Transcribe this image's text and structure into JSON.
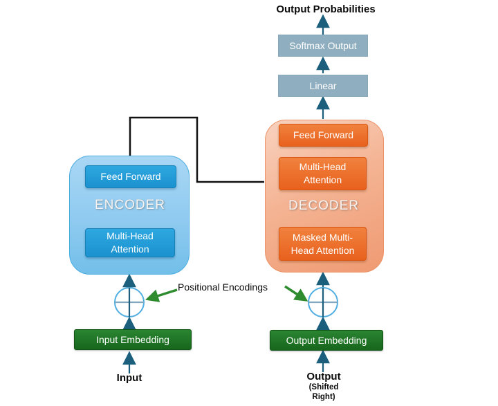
{
  "title": "Output Probabilities",
  "output_stack": {
    "softmax_label": "Softmax Output",
    "linear_label": "Linear"
  },
  "encoder": {
    "label": "ENCODER",
    "feed_forward": "Feed Forward",
    "multi_head_attention": "Multi-Head Attention"
  },
  "decoder": {
    "label": "DECODER",
    "feed_forward": "Feed Forward",
    "multi_head_attention": "Multi-Head Attention",
    "masked_multi_head_attention": "Masked Multi-Head Attention"
  },
  "positional_encodings_label": "Positional Encodings",
  "embeddings": {
    "input": "Input Embedding",
    "output": "Output Embedding"
  },
  "io": {
    "input": "Input",
    "output": "Output",
    "shifted_line1": "(Shifted",
    "shifted_line2": "Right)"
  },
  "icons": {
    "left_add": "plus-circle-icon",
    "right_add": "plus-circle-icon"
  },
  "colors": {
    "arrow_teal": "#1b5f7d",
    "arrow_green": "#2e8b2e",
    "connector_black": "#111111",
    "encoder_fill": "#8fcaf0",
    "encoder_box": "#1f9ad6",
    "decoder_fill": "#f4b494",
    "decoder_box": "#ec6b26",
    "softmax_linear_fill": "#8fafc0",
    "embedding_green": "#1d7524",
    "plus_circle_stroke": "#4faee2"
  }
}
